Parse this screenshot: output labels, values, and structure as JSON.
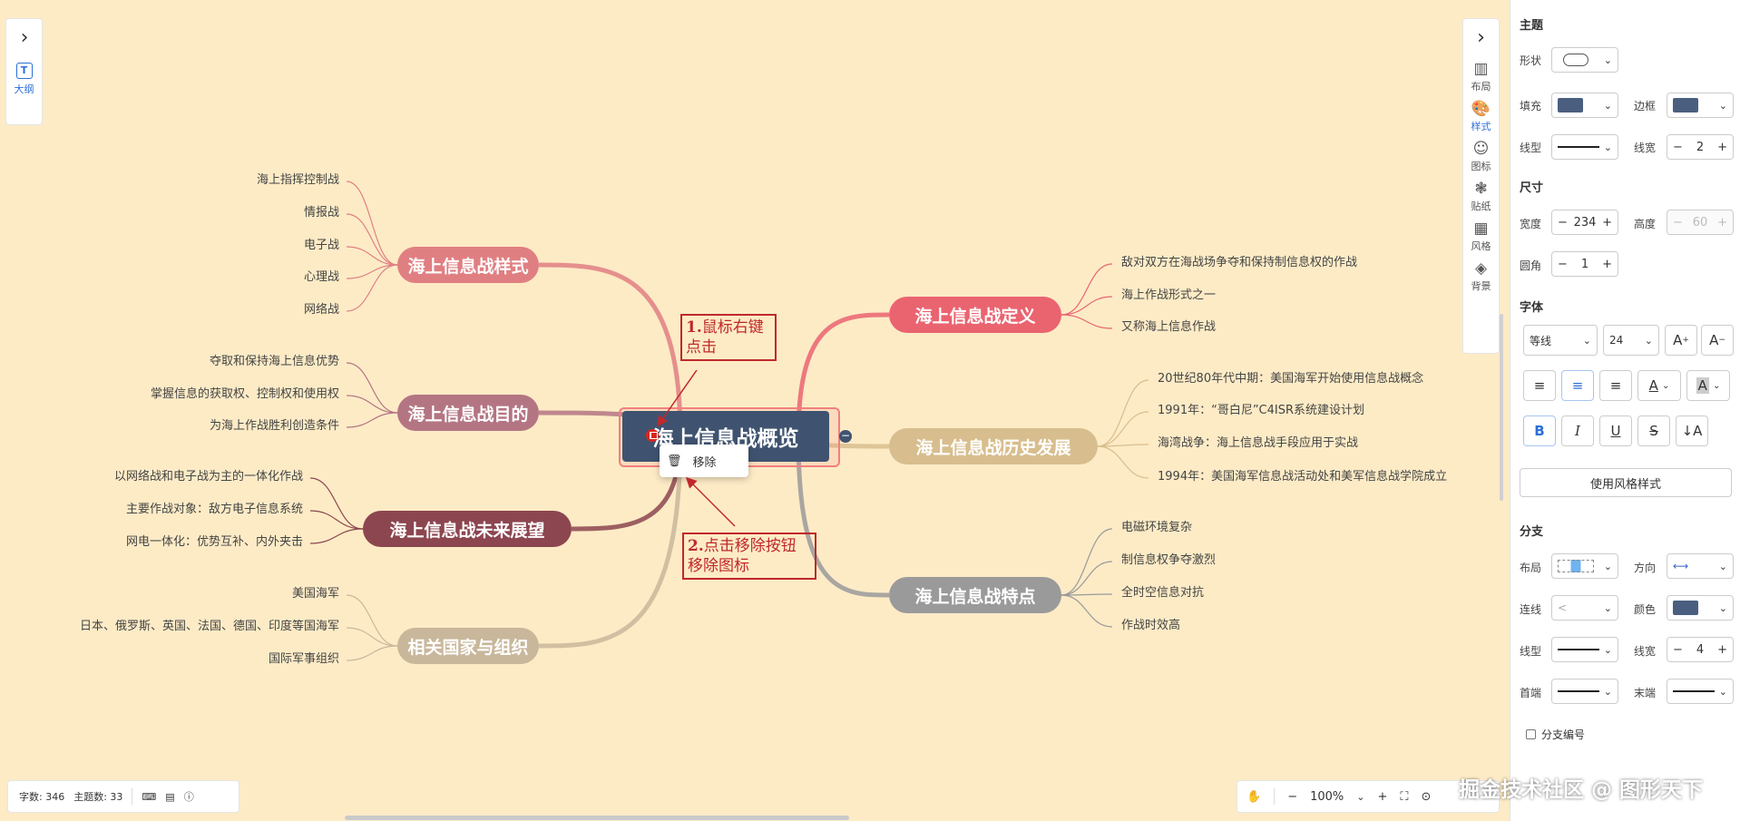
{
  "root": {
    "label": "海上信息战概览",
    "color": "#3f5370"
  },
  "context_menu": {
    "remove_label": "移除"
  },
  "annotations": [
    {
      "num": "1.",
      "text": "鼠标右键\n点击"
    },
    {
      "num": "2.",
      "text": "点击移除按钮\n移除图标"
    }
  ],
  "branches": [
    {
      "label": "海上信息战样式",
      "color": "#e07f82",
      "children": [
        "海上指挥控制战",
        "情报战",
        "电子战",
        "心理战",
        "网络战"
      ]
    },
    {
      "label": "海上信息战目的",
      "color": "#b47583",
      "children": [
        "夺取和保持海上信息优势",
        "掌握信息的获取权、控制权和使用权",
        "为海上作战胜利创造条件"
      ]
    },
    {
      "label": "海上信息战未来展望",
      "color": "#8c4650",
      "children": [
        "以网络战和电子战为主的一体化作战",
        "主要作战对象：敌方电子信息系统",
        "网电一体化：优势互补、内外夹击"
      ]
    },
    {
      "label": "相关国家与组织",
      "color": "#c9b79b",
      "children": [
        "美国海军",
        "日本、俄罗斯、英国、法国、德国、印度等国海军",
        "国际军事组织"
      ]
    },
    {
      "label": "海上信息战定义",
      "color": "#ea6470",
      "children": [
        "敌对双方在海战场争夺和保持制信息权的作战",
        "海上作战形式之一",
        "又称海上信息作战"
      ]
    },
    {
      "label": "海上信息战历史发展",
      "color": "#d8be8e",
      "children": [
        "20世纪80年代中期：美国海军开始使用信息战概念",
        "1991年：“哥白尼”C4ISR系统建设计划",
        "海湾战争：海上信息战手段应用于实战",
        "1994年：美国海军信息战活动处和美军信息战学院成立"
      ]
    },
    {
      "label": "海上信息战特点",
      "color": "#9a9a9a",
      "children": [
        "电磁环境复杂",
        "制信息权争夺激烈",
        "全时空信息对抗",
        "作战时效高"
      ]
    }
  ],
  "left_toolbar": {
    "outline_label": "大纲",
    "expand_icon": "chevron-right-icon"
  },
  "right_toolbar": {
    "items": [
      {
        "label": "布局",
        "icon": "layout-icon"
      },
      {
        "label": "样式",
        "icon": "palette-icon",
        "active": true
      },
      {
        "label": "图标",
        "icon": "smile-icon"
      },
      {
        "label": "贴纸",
        "icon": "sticker-icon"
      },
      {
        "label": "风格",
        "icon": "grid-icon"
      },
      {
        "label": "背景",
        "icon": "layers-icon"
      }
    ]
  },
  "panel": {
    "theme_title": "主题",
    "shape_label": "形状",
    "fill_label": "填充",
    "border_label": "边框",
    "line_type_label": "线型",
    "line_width_label": "线宽",
    "line_width_value": "2",
    "size_title": "尺寸",
    "width_label": "宽度",
    "width_value": "234",
    "height_label": "高度",
    "height_value": "60",
    "radius_label": "圆角",
    "radius_value": "1",
    "font_title": "字体",
    "font_family": "等线",
    "font_size": "24",
    "use_style_button": "使用风格样式",
    "branch_title": "分支",
    "branch_layout_label": "布局",
    "branch_direction_label": "方向",
    "branch_connector_label": "连线",
    "branch_color_label": "颜色",
    "branch_line_type_label": "线型",
    "branch_line_width_label": "线宽",
    "branch_line_width_value": "4",
    "head_label": "首端",
    "tail_label": "末端",
    "branch_numbering_label": "分支编号",
    "swatch_color": "#4a5f80"
  },
  "status": {
    "word_count": "字数: 346",
    "topic_count": "主题数: 33"
  },
  "zoom": {
    "value": "100%"
  },
  "watermark": "掘金技术社区 @ 图形天下"
}
